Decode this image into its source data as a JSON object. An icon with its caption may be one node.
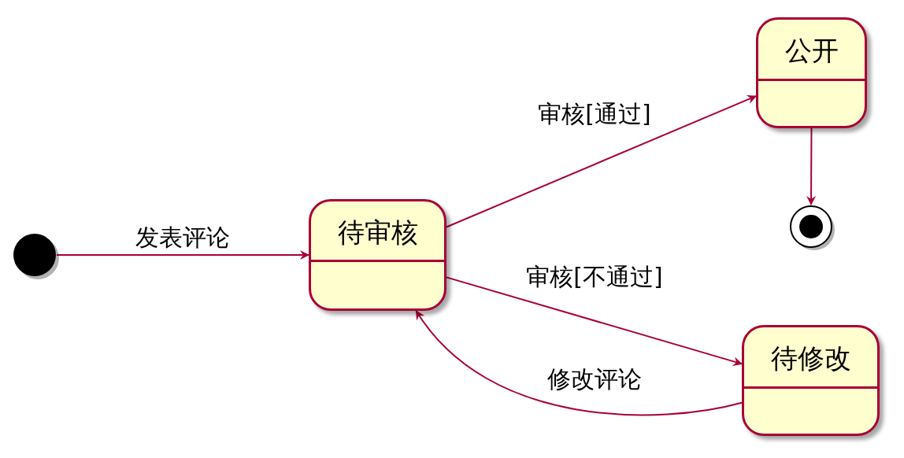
{
  "diagram": {
    "nodes": [
      {
        "text": [],
        "shape": "dot"
      },
      {
        "text": [
          "待审核"
        ]
      },
      {
        "text": [
          "公开"
        ]
      },
      {
        "text": [],
        "shape": "bullseye"
      },
      {
        "text": [
          "待修改"
        ]
      }
    ],
    "edges": [
      {
        "from": 0,
        "to": 1,
        "arrow": "to",
        "label": "发表评论"
      },
      {
        "from": 1,
        "to": 2,
        "arrow": "to",
        "label": "审核[通过]"
      },
      {
        "from": 2,
        "to": 3,
        "arrow": "to"
      },
      {
        "from": 1,
        "to": 4,
        "arrow": "to",
        "label": "审核[不通过]"
      },
      {
        "from": 4,
        "to": 1,
        "arrow": "to",
        "label": "修改评论"
      }
    ]
  }
}
